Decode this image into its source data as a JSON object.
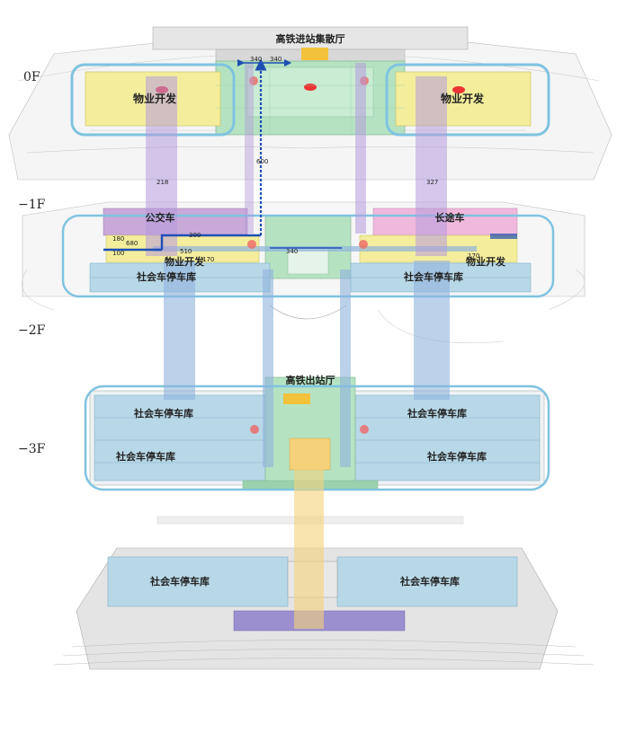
{
  "floors": [
    "0F",
    "−1F",
    "−2F",
    "−3F"
  ],
  "labels": {
    "departure_hall": "高铁进站集散厅",
    "arrival_hall": "高铁出站厅",
    "property": "物业开发",
    "bus": "公交车",
    "coach": "长途车",
    "parking": "社会车停车库"
  },
  "dimensions": {
    "d340": "340",
    "d600": "600",
    "d218": "218",
    "d327": "327",
    "d680": "680",
    "d300": "300",
    "d510": "510",
    "d170": "170",
    "d100": "100",
    "d180": "180"
  },
  "colors": {
    "property": "#f3ed9c",
    "bus": "#c9a9d9",
    "coach": "#f0b8dc",
    "parking": "#b8d8e8",
    "hall": "#b5e3c2",
    "arrival_hall": "#f2c23a",
    "purple_link": "#b49adc",
    "blue_link": "#8fb3dc",
    "orange_link": "#f5d27a",
    "route_blue": "#1f4fb4"
  }
}
